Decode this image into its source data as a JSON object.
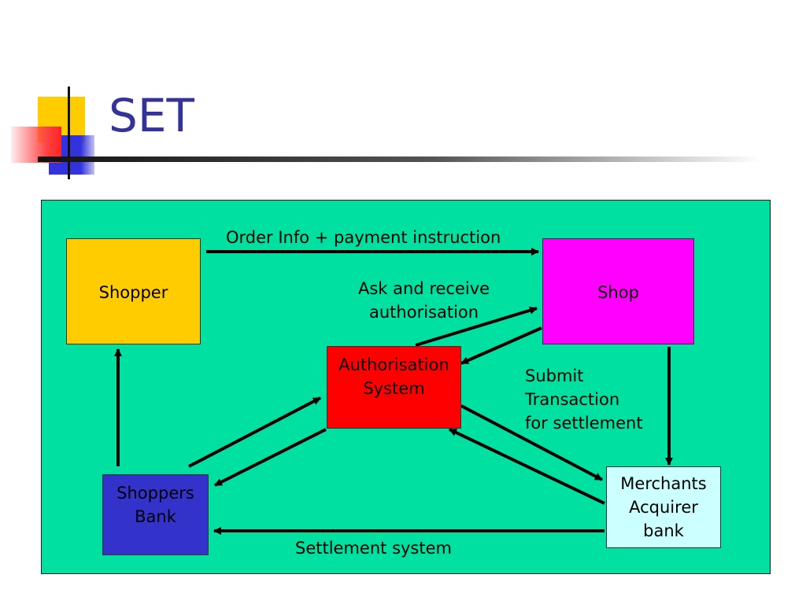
{
  "slide": {
    "title": "SET"
  },
  "nodes": {
    "shopper": "Shopper",
    "shop": "Shop",
    "authorisation_system": {
      "line1": "Authorisation",
      "line2": "System"
    },
    "shoppers_bank": {
      "line1": "Shoppers",
      "line2": "Bank"
    },
    "merchants_acquirer_bank": {
      "line1": "Merchants",
      "line2": "Acquirer",
      "line3": "bank"
    }
  },
  "edge_labels": {
    "order_info": "Order Info + payment instruction",
    "ask_auth": {
      "line1": "Ask and receive",
      "line2": "authorisation"
    },
    "submit_transaction": {
      "line1": "Submit",
      "line2": "Transaction",
      "line3": "for settlement"
    },
    "settlement_system": "Settlement system"
  },
  "colors": {
    "panel": "#00e0a0",
    "shopper": "#ffcc00",
    "shop": "#ff00ff",
    "authorisation_system": "#ff0000",
    "shoppers_bank": "#3333cc",
    "merchants_acquirer_bank": "#ccffff",
    "title": "#333399"
  }
}
